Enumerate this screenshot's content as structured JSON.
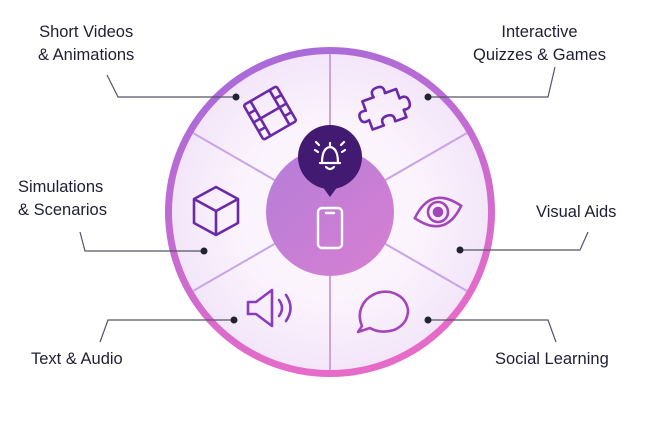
{
  "colors": {
    "ring_purple": "#a06bdc",
    "ring_pink": "#e66bc8",
    "segment_fill": "#f7eefa",
    "segment_divider": "#c9a3e8",
    "icon_purple": "#6a2aa8",
    "hub_violet": "#b47ed9",
    "hub_pink": "#d87fd1",
    "bell_dark": "#421a72",
    "connector_gray": "#555566",
    "text_dark": "#1f1f33"
  },
  "center": {
    "bell_icon": "bell-icon",
    "device_icon": "smartphone-icon"
  },
  "segments": [
    {
      "id": "short-videos",
      "lines": [
        "Short Videos",
        "& Animations"
      ],
      "icon": "film-strip-icon"
    },
    {
      "id": "quizzes-games",
      "lines": [
        "Interactive",
        "Quizzes & Games"
      ],
      "icon": "puzzle-piece-icon"
    },
    {
      "id": "simulations",
      "lines": [
        "Simulations",
        "& Scenarios"
      ],
      "icon": "cube-icon"
    },
    {
      "id": "visual-aids",
      "lines": [
        "Visual Aids"
      ],
      "icon": "eye-icon"
    },
    {
      "id": "text-audio",
      "lines": [
        "Text & Audio"
      ],
      "icon": "speaker-icon"
    },
    {
      "id": "social-learning",
      "lines": [
        "Social Learning"
      ],
      "icon": "chat-bubble-icon"
    }
  ]
}
